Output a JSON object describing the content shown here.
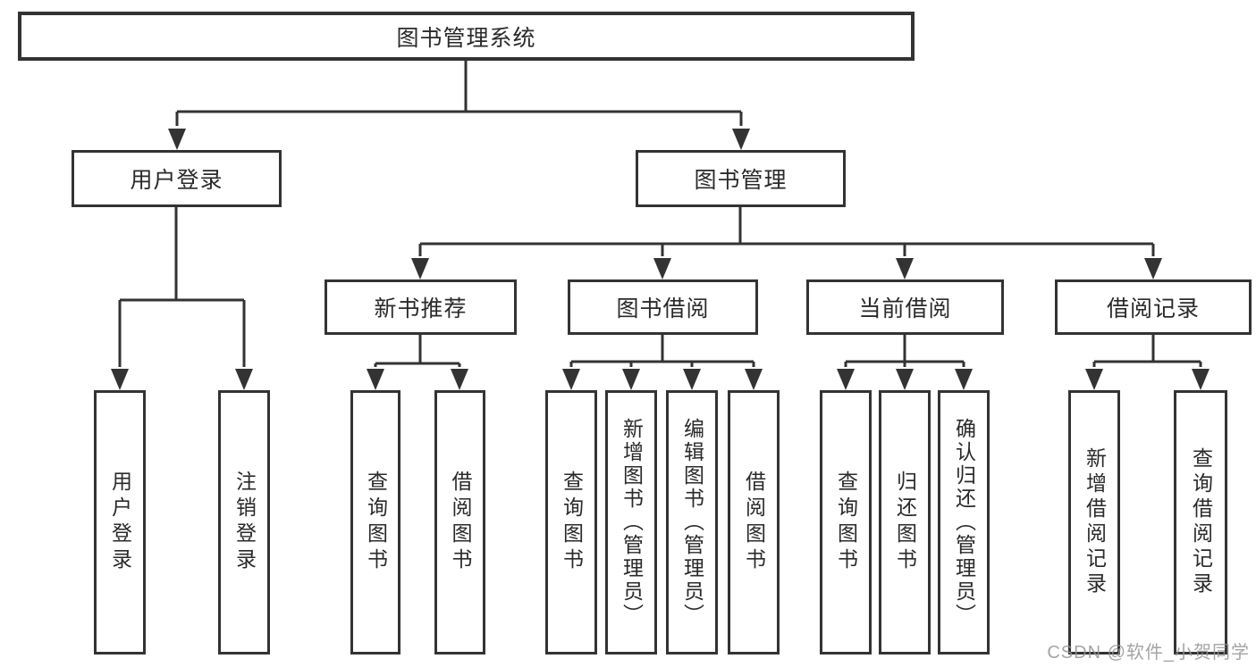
{
  "diagram": {
    "root": {
      "label": "图书管理系统"
    },
    "branches": [
      {
        "label": "用户登录",
        "children": [
          {
            "label": "用户登录"
          },
          {
            "label": "注销登录"
          }
        ]
      },
      {
        "label": "图书管理",
        "modules": [
          {
            "label": "新书推荐",
            "children": [
              {
                "label": "查询图书"
              },
              {
                "label": "借阅图书"
              }
            ]
          },
          {
            "label": "图书借阅",
            "children": [
              {
                "label": "查询图书"
              },
              {
                "label": "新增图书（管理员）"
              },
              {
                "label": "编辑图书（管理员）"
              },
              {
                "label": "借阅图书"
              }
            ]
          },
          {
            "label": "当前借阅",
            "children": [
              {
                "label": "查询图书"
              },
              {
                "label": "归还图书"
              },
              {
                "label": "确认归还（管理员）"
              }
            ]
          },
          {
            "label": "借阅记录",
            "children": [
              {
                "label": "新增借阅记录"
              },
              {
                "label": "查询借阅记录"
              }
            ]
          }
        ]
      }
    ]
  },
  "watermark": {
    "text": "CSDN @软件_小贺同学"
  },
  "colors": {
    "line": "#333333",
    "text": "#2a2a2a",
    "background": "#ffffff",
    "watermark": "#949494"
  }
}
